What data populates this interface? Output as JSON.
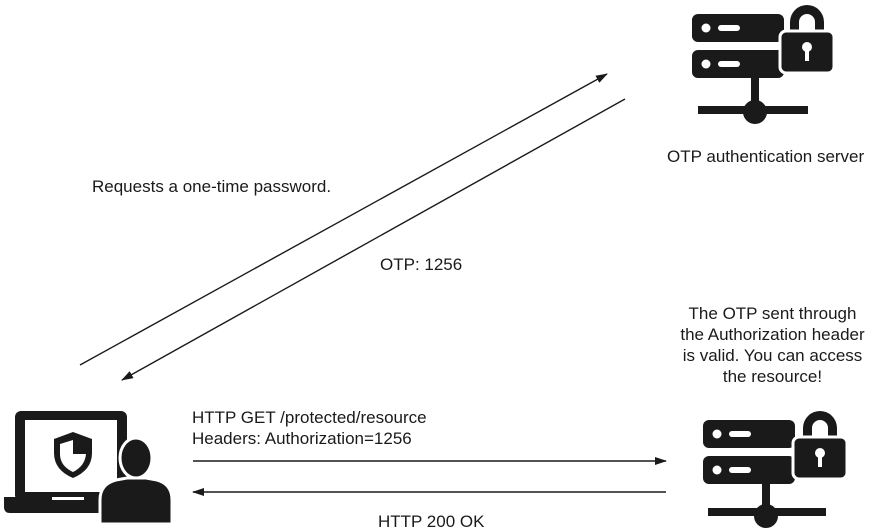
{
  "diagram": {
    "otp_server": {
      "label": "OTP authentication server",
      "icon": "locked-server-icon"
    },
    "resource_server": {
      "icon": "locked-server-icon",
      "message_lines": [
        "The OTP sent through",
        "the Authorization header",
        "is valid. You can access",
        "the resource!"
      ]
    },
    "client": {
      "icon": "secure-laptop-user-icon"
    },
    "flows": {
      "request_otp": {
        "label": "Requests a one-time password."
      },
      "otp_response": {
        "label": "OTP: 1256"
      },
      "http_request": {
        "lines": [
          "HTTP GET /protected/resource",
          "Headers: Authorization=1256"
        ]
      },
      "http_response": {
        "label": "HTTP 200 OK"
      }
    },
    "colors": {
      "ink": "#1a1a1a",
      "background": "#ffffff"
    }
  }
}
